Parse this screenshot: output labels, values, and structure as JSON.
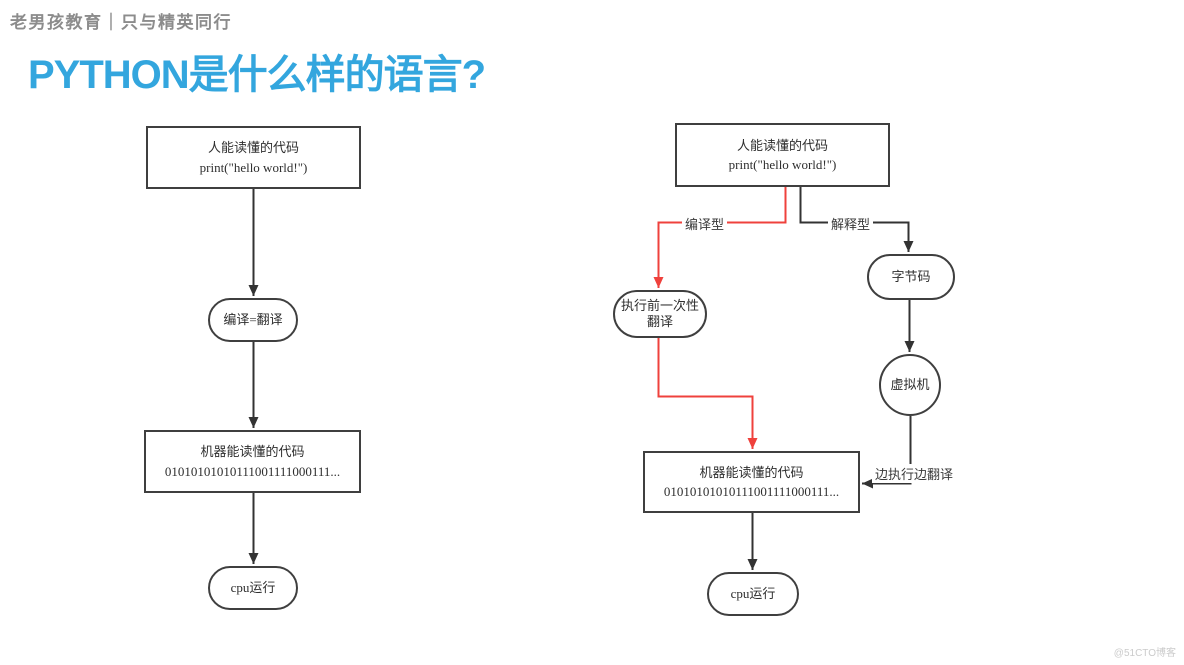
{
  "page": {
    "brand": "老男孩教育｜只与精英同行",
    "title": "PYTHON是什么样的语言?",
    "watermark": "@51CTO博客"
  },
  "colors": {
    "accent": "#33a6de",
    "red_arrow": "#ef413c",
    "black_line": "#333333",
    "node_border": "#3f3f3f",
    "brand_gray": "#8c8c8c",
    "watermark_gray": "#cbcbcb"
  },
  "left_flow": {
    "human_code_title": "人能读懂的代码",
    "human_code_example": "print(\"hello world!\")",
    "compile_label": "编译=翻译",
    "machine_code_title": "机器能读懂的代码",
    "machine_code_example": "01010101010111001111000111...",
    "cpu_label": "cpu运行"
  },
  "right_flow": {
    "human_code_title": "人能读懂的代码",
    "human_code_example": "print(\"hello world!\")",
    "compiled_branch_label": "编译型",
    "interpreted_branch_label": "解释型",
    "pre_translate_line1": "执行前一次性",
    "pre_translate_line2": "翻译",
    "bytecode_label": "字节码",
    "vm_label": "虚拟机",
    "runtime_translate_label": "边执行边翻译",
    "machine_code_title": "机器能读懂的代码",
    "machine_code_example": "01010101010111001111000111...",
    "cpu_label": "cpu运行"
  }
}
